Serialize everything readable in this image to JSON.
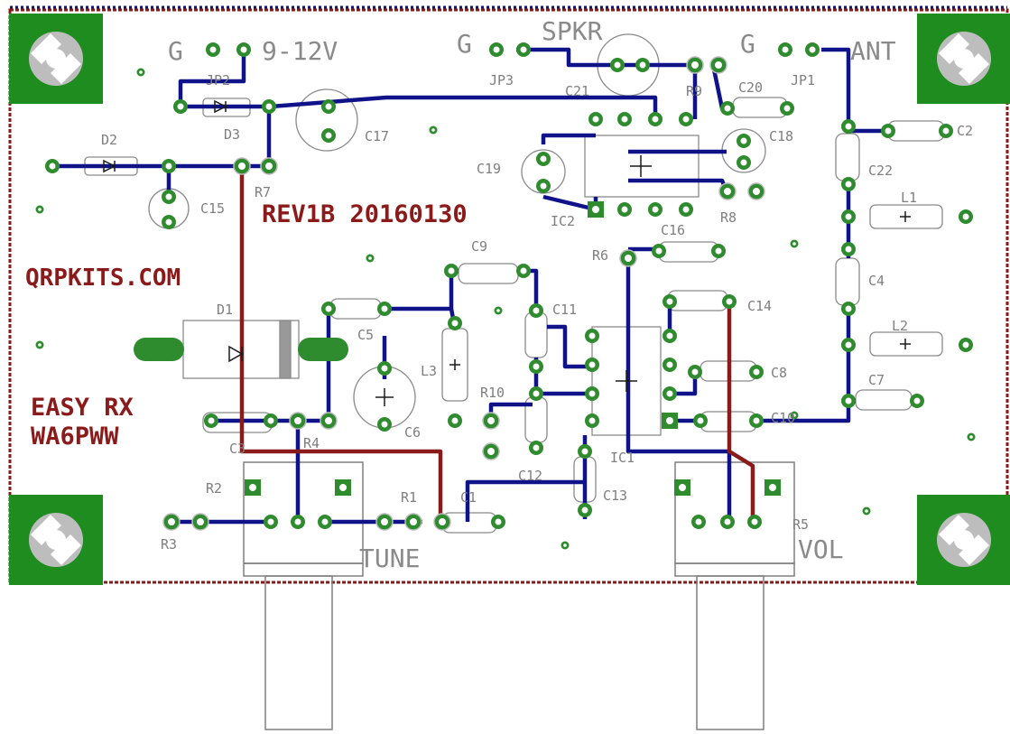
{
  "board": {
    "rev_label": "REV1B 20160130",
    "website": "QRPKITS.COM",
    "project_line1": "EASY RX",
    "project_line2": "WA6PWW"
  },
  "connectors": {
    "power": {
      "gnd": "G",
      "name": "9-12V",
      "ref": "JP2"
    },
    "speaker": {
      "gnd": "G",
      "name": "SPKR",
      "ref": "JP3"
    },
    "antenna": {
      "gnd": "G",
      "name": "ANT",
      "ref": "JP1"
    }
  },
  "controls": {
    "tune": "TUNE",
    "volume": "VOL"
  },
  "components": {
    "D1": "D1",
    "D2": "D2",
    "D3": "D3",
    "C1": "C1",
    "C2": "C2",
    "C3": "C3",
    "C4": "C4",
    "C5": "C5",
    "C6": "C6",
    "C7": "C7",
    "C8": "C8",
    "C9": "C9",
    "C10": "C10",
    "C11": "C11",
    "C12": "C12",
    "C13": "C13",
    "C14": "C14",
    "C15": "C15",
    "C16": "C16",
    "C17": "C17",
    "C18": "C18",
    "C19": "C19",
    "C20": "C20",
    "C21": "C21",
    "C22": "C22",
    "R1": "R1",
    "R2": "R2",
    "R3": "R3",
    "R4": "R4",
    "R5": "R5",
    "R6": "R6",
    "R7": "R7",
    "R8": "R8",
    "R9": "R9",
    "R10": "R10",
    "L1": "L1",
    "L2": "L2",
    "L3": "L3",
    "IC1": "IC1",
    "IC2": "IC2"
  },
  "colors": {
    "copper_bottom": "#10128a",
    "copper_top": "#8b1a1a",
    "pad": "#2e8b2e",
    "board_outline": "#8b1a1a",
    "silkscreen": "#7f7f7f"
  }
}
